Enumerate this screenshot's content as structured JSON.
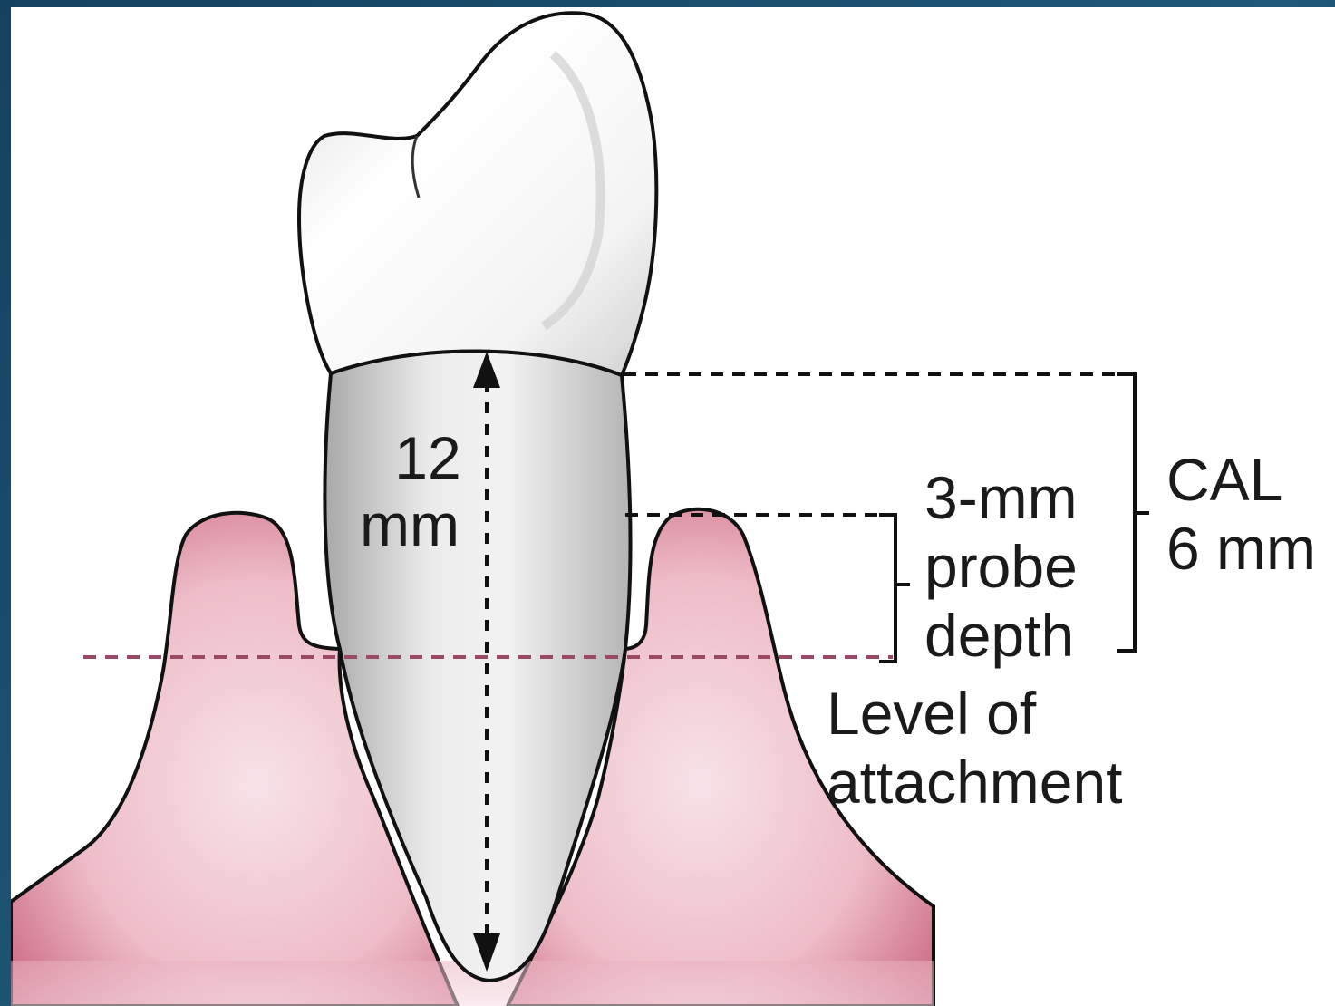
{
  "labels": {
    "tooth_length_value": "12",
    "tooth_length_unit": "mm",
    "probe_line1": "3-mm",
    "probe_line2": "probe",
    "probe_line3": "depth",
    "cal_line1": "CAL",
    "cal_line2": "6 mm",
    "attachment_line1": "Level of",
    "attachment_line2": "attachment"
  },
  "colors": {
    "frame": "#1b4b69",
    "gum": "#e8a6b4",
    "gum_edge": "#b23b57",
    "root": "#d9d9d9",
    "crown": "#f4f4f4",
    "outline": "#111111",
    "attachment_line": "#9a4a62"
  },
  "icons": {
    "tooth": "tooth-icon",
    "measurement_arrow": "double-arrow-icon"
  }
}
